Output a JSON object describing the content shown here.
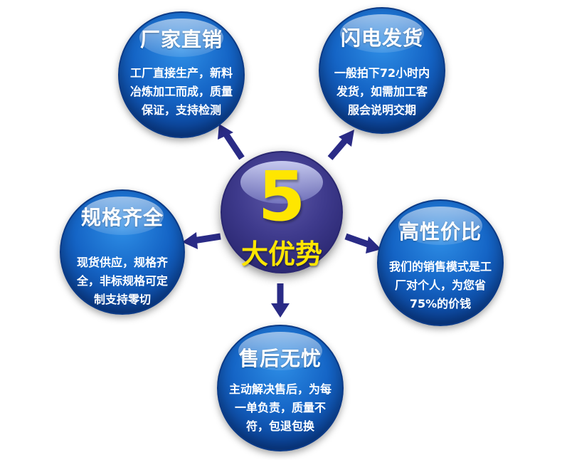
{
  "center": {
    "number": "5",
    "label": "大优势"
  },
  "advantages": [
    {
      "title": "厂家直销",
      "lines": [
        "工厂直接生产，新料",
        "冶炼加工而成，质量",
        "保证，支持检测"
      ]
    },
    {
      "title": "闪电发货",
      "lines": [
        "一般拍下72小时内",
        "发货，如需加工客",
        "服会说明交期"
      ]
    },
    {
      "title": "规格齐全",
      "lines": [
        "现货供应，规格齐",
        "全，非标规格可定",
        "制支持零切"
      ]
    },
    {
      "title": "高性价比",
      "lines": [
        "我们的销售模式是工",
        "厂对个人，为您省",
        "75%的价钱"
      ]
    },
    {
      "title": "售后无忧",
      "lines": [
        "主动解决售后，为每",
        "一单负责，质量不",
        "符，包退包换"
      ]
    }
  ],
  "colors": {
    "bubble": "#1565c6",
    "center": "#3e3a8c",
    "accent": "#ffe600",
    "arrow": "#2a2b86"
  }
}
